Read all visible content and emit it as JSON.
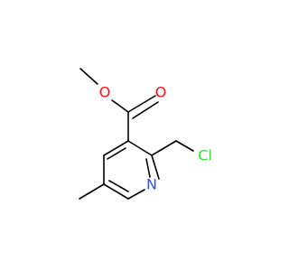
{
  "molecule": {
    "atoms": [
      {
        "id": "o_ester",
        "label": "O",
        "color": "#ff0d0d"
      },
      {
        "id": "o_carbonyl",
        "label": "O",
        "color": "#ff0d0d"
      },
      {
        "id": "n_ring",
        "label": "N",
        "color": "#3050f8"
      },
      {
        "id": "cl",
        "label": "Cl",
        "color": "#1ff01f"
      }
    ],
    "bond_color": "#000000"
  }
}
